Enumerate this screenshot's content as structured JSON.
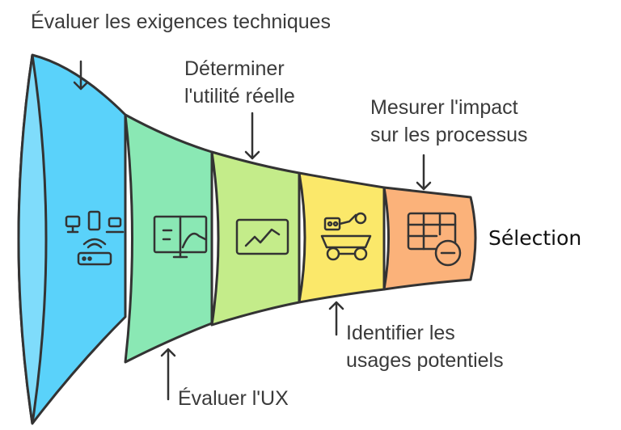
{
  "stages": [
    {
      "label": "Évaluer les exigences techniques",
      "color": "#5ad2fa",
      "icon": "devices-router-icon"
    },
    {
      "label": "Évaluer l'UX",
      "color": "#8ae8b4",
      "icon": "monitor-ux-icon"
    },
    {
      "label": "Déterminer l'utilité réelle",
      "color": "#c4ec8a",
      "icon": "chart-line-icon"
    },
    {
      "label": "Identifier les usages potentiels",
      "color": "#fbe86a",
      "icon": "robot-vehicle-icon"
    },
    {
      "label": "Mesurer l'impact sur les processus",
      "color": "#fbb27a",
      "icon": "table-minus-icon"
    }
  ],
  "labels": {
    "stage1": "Évaluer les exigences techniques",
    "stage2": "Évaluer l'UX",
    "stage3_line1": "Déterminer",
    "stage3_line2": "l'utilité réelle",
    "stage4_line1": "Identifier les",
    "stage4_line2": "usages potentiels",
    "stage5_line1": "Mesurer l'impact",
    "stage5_line2": "sur les processus",
    "result": "Sélection"
  }
}
